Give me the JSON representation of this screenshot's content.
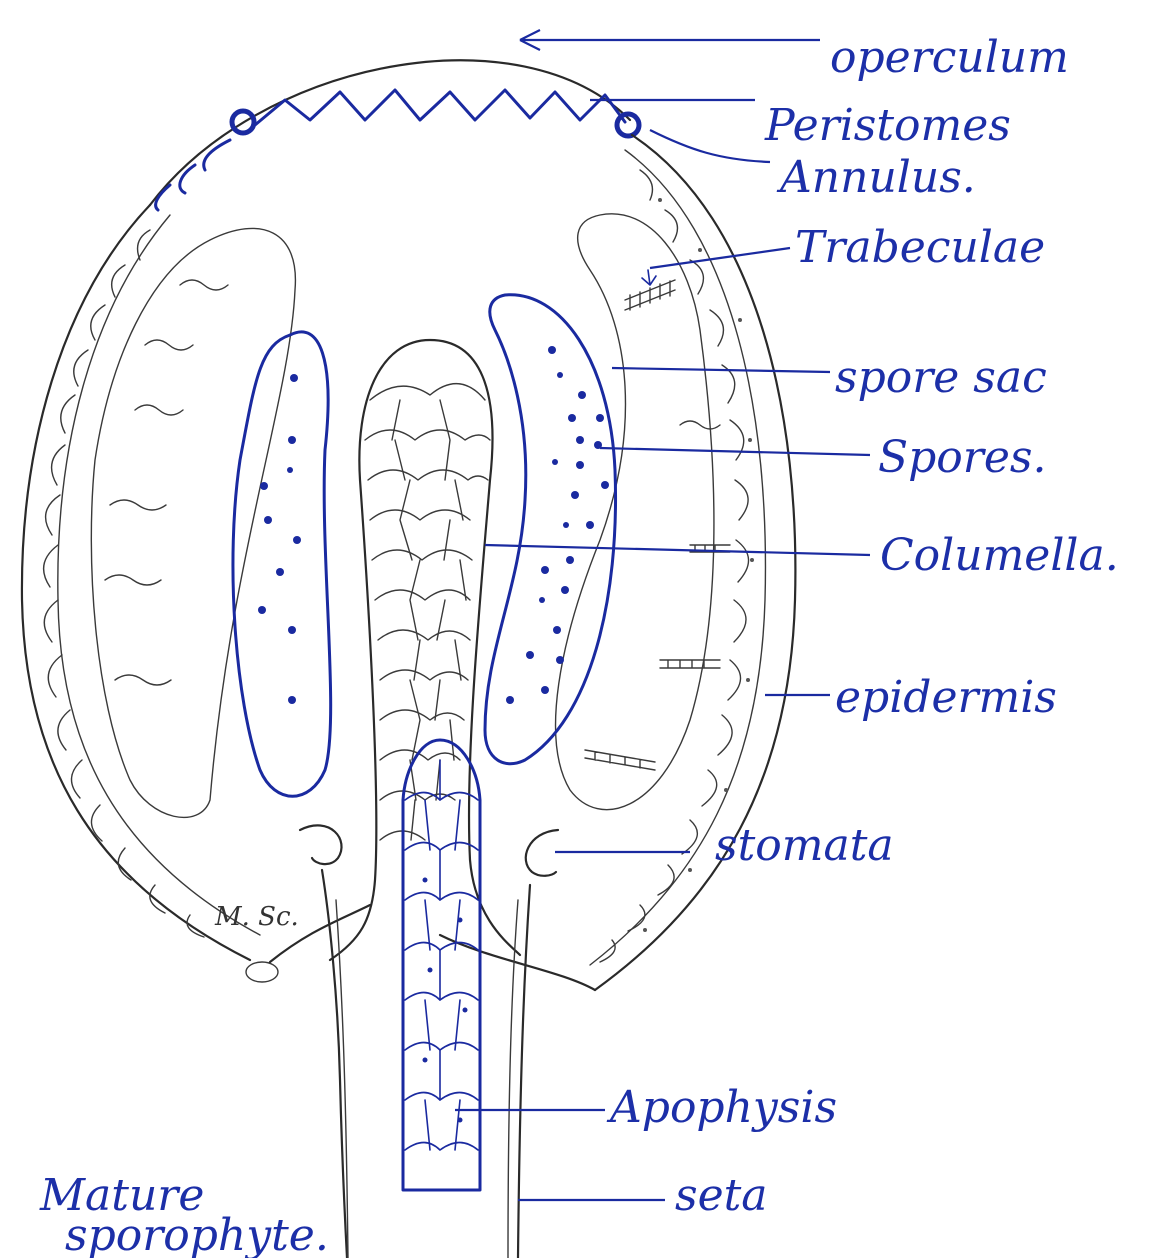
{
  "labels": {
    "operculum": "operculum",
    "peristomes": "Peristomes",
    "annulus": "Annulus.",
    "trabeculae": "Trabeculae",
    "spore_sac": "spore sac",
    "spores": "Spores.",
    "columella": "Columella.",
    "epidermis": "epidermis",
    "stomata": "stomata",
    "apophysis": "Apophysis",
    "seta": "seta"
  },
  "notes": {
    "caption_line1": "Mature",
    "caption_line2": "sporophyte.",
    "initials": "M. Sc."
  },
  "colors": {
    "ink_blue": "#1a2aa0",
    "ink_black": "#2a2a2a"
  }
}
